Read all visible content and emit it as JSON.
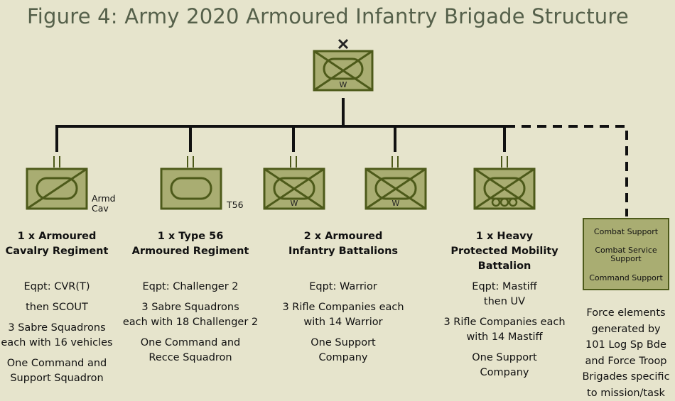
{
  "title": "Figure 4: Army 2020 Armoured Infantry Brigade Structure",
  "colors": {
    "background": "#e6e4cc",
    "symbol_fill": "#a9ad72",
    "symbol_stroke": "#4d5a1a",
    "title": "#55604a",
    "lines": "#111111"
  },
  "hq": {
    "symbol": "brigade-x-mark",
    "letter": "W"
  },
  "units": [
    {
      "tag_lines": [
        "Armd",
        "Cav"
      ],
      "head_lines": [
        "1 x Armoured",
        "Cavalry Regiment"
      ],
      "details": [
        [
          "Eqpt: CVR(T)"
        ],
        [
          "then SCOUT"
        ],
        [
          "3 Sabre Squadrons",
          "each with 16 vehicles"
        ],
        [
          "One Command and",
          "Support Squadron"
        ]
      ]
    },
    {
      "tag_lines": [
        "T56"
      ],
      "head_lines": [
        "1 x Type 56",
        "Armoured Regiment"
      ],
      "details": [
        [
          "Eqpt: Challenger 2"
        ],
        [
          "3 Sabre Squadrons",
          "each with 18 Challenger 2"
        ],
        [
          "One Command and",
          "Recce Squadron"
        ]
      ]
    },
    {
      "letter": "W",
      "head_lines": [
        "2 x Armoured",
        "Infantry Battalions"
      ],
      "details": [
        [
          "Eqpt: Warrior"
        ],
        [
          "3 Rifle Companies each",
          "with 14 Warrior"
        ],
        [
          "One Support",
          "Company"
        ]
      ]
    },
    {
      "letter": "W"
    },
    {
      "head_lines": [
        "1 x Heavy",
        "Protected Mobility",
        "Battalion"
      ],
      "details": [
        [
          "Eqpt: Mastiff"
        ],
        [
          "then UV"
        ],
        [
          "3 Rifle Companies each",
          "with 14 Mastiff"
        ],
        [
          "One Support",
          "Company"
        ]
      ]
    }
  ],
  "support": {
    "box_lines": [
      [
        "Combat Support"
      ],
      [
        "Combat Service",
        "Support"
      ],
      [
        "Command Support"
      ]
    ],
    "caption": [
      "Force elements",
      "generated by",
      "101 Log Sp Bde",
      "and Force Troop",
      "Brigades specific",
      "to mission/task"
    ]
  }
}
